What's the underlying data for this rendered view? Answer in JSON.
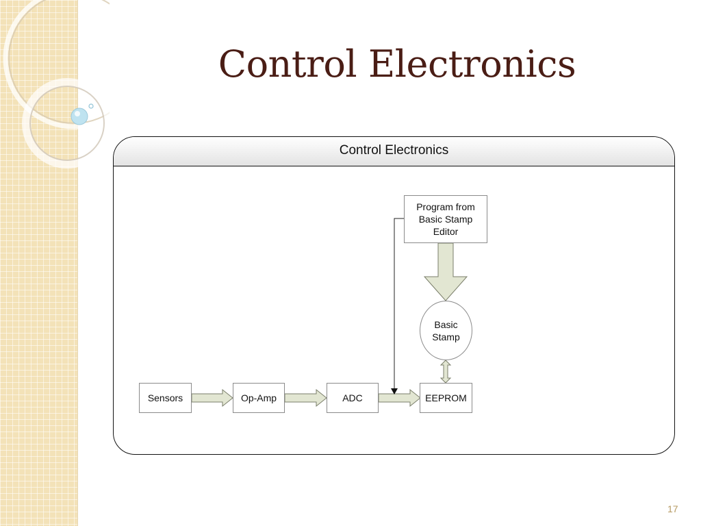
{
  "slide": {
    "title": "Control Electronics",
    "page_number": "17"
  },
  "diagram": {
    "header": "Control Electronics",
    "nodes": {
      "sensors": "Sensors",
      "op_amp": "Op-Amp",
      "adc": "ADC",
      "eeprom": "EEPROM",
      "basic_stamp": "Basic Stamp",
      "program": "Program from Basic Stamp Editor"
    }
  },
  "colors": {
    "title": "#4a1d15",
    "sidebar": "#f3e2b8",
    "arrow_fill": "#e2e6d2"
  }
}
